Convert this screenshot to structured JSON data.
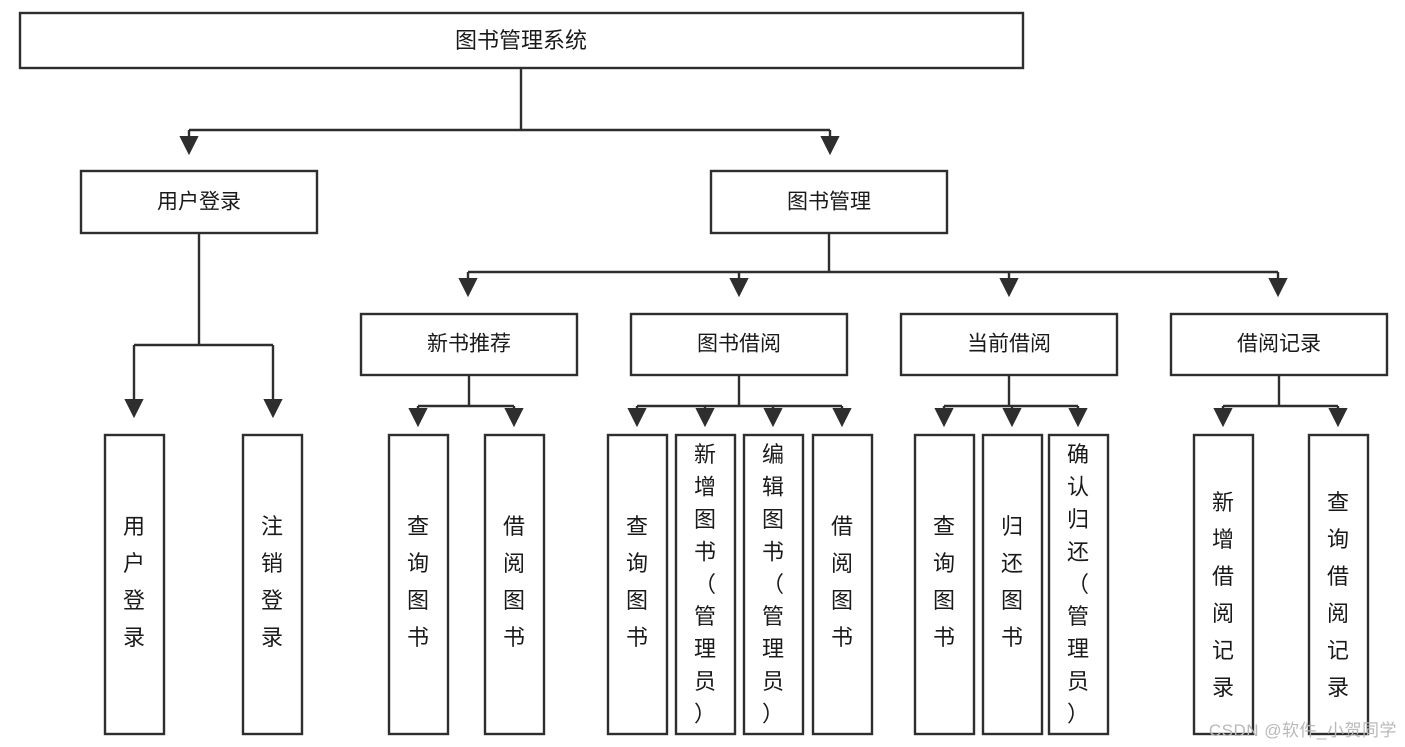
{
  "diagram": {
    "title": "图书管理系统",
    "type": "tree",
    "watermark": "CSDN @软件_小贺同学",
    "colors": {
      "box_stroke": "#2e2e2e",
      "box_fill": "#ffffff",
      "text": "#1a1a1a",
      "watermark": "#b9b9b9",
      "background": "#ffffff"
    },
    "root": {
      "label": "图书管理系统"
    },
    "level1": [
      {
        "label": "用户登录"
      },
      {
        "label": "图书管理"
      }
    ],
    "level2": [
      {
        "label": "新书推荐"
      },
      {
        "label": "图书借阅"
      },
      {
        "label": "当前借阅"
      },
      {
        "label": "借阅记录"
      }
    ],
    "leaves": {
      "user_login": [
        {
          "label": "用户登录"
        },
        {
          "label": "注销登录"
        }
      ],
      "new_book_recommend": [
        {
          "label": "查询图书"
        },
        {
          "label": "借阅图书"
        }
      ],
      "book_borrow": [
        {
          "label": "查询图书"
        },
        {
          "label": "新增图书（管理员）"
        },
        {
          "label": "编辑图书（管理员）"
        },
        {
          "label": "借阅图书"
        }
      ],
      "current_borrow": [
        {
          "label": "查询图书"
        },
        {
          "label": "归还图书"
        },
        {
          "label": "确认归还（管理员）"
        }
      ],
      "borrow_record": [
        {
          "label": "新增借阅记录"
        },
        {
          "label": "查询借阅记录"
        }
      ]
    }
  }
}
